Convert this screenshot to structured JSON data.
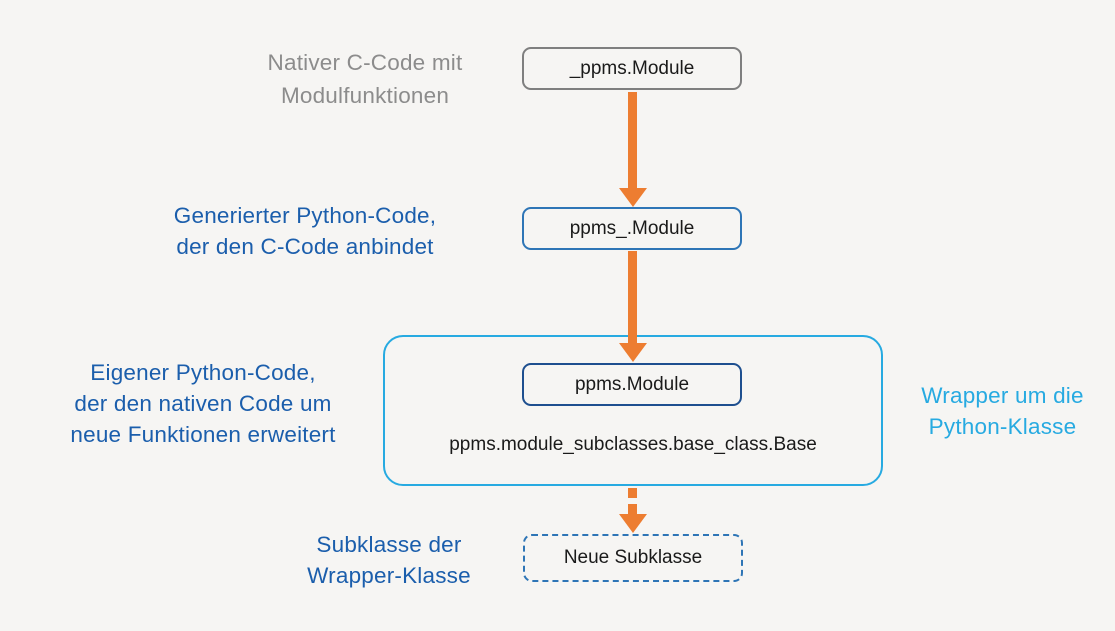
{
  "diagram": {
    "background_color": "#f6f5f3",
    "colors": {
      "arrow_orange": "#ed7d31",
      "label_dark_blue": "#1b5eac",
      "label_cyan": "#27aae1",
      "label_gray": "#8c8c8c",
      "border_gray": "#7f7f7f",
      "border_blue": "#2e75b6",
      "border_dark_blue": "#1e4f8f",
      "wrapper_border_cyan": "#27aae1"
    },
    "labels": {
      "native": {
        "line1": "Nativer C-Code mit",
        "line2": "Modulfunktionen"
      },
      "generated": {
        "line1": "Generierter Python-Code,",
        "line2": "der den C-Code anbindet"
      },
      "own": {
        "line1": "Eigener Python-Code,",
        "line2": "der den nativen Code um",
        "line3": "neue Funktionen erweitert"
      },
      "wrapper": {
        "line1": "Wrapper um die",
        "line2": "Python-Klasse"
      },
      "subclass": {
        "line1": "Subklasse der",
        "line2": "Wrapper-Klasse"
      }
    },
    "nodes": {
      "native_module": "_ppms.Module",
      "generated_module": "ppms_.Module",
      "wrapper_module": "ppms.Module",
      "base_class": "ppms.module_subclasses.base_class.Base",
      "new_subclass": "Neue Subklasse"
    }
  }
}
